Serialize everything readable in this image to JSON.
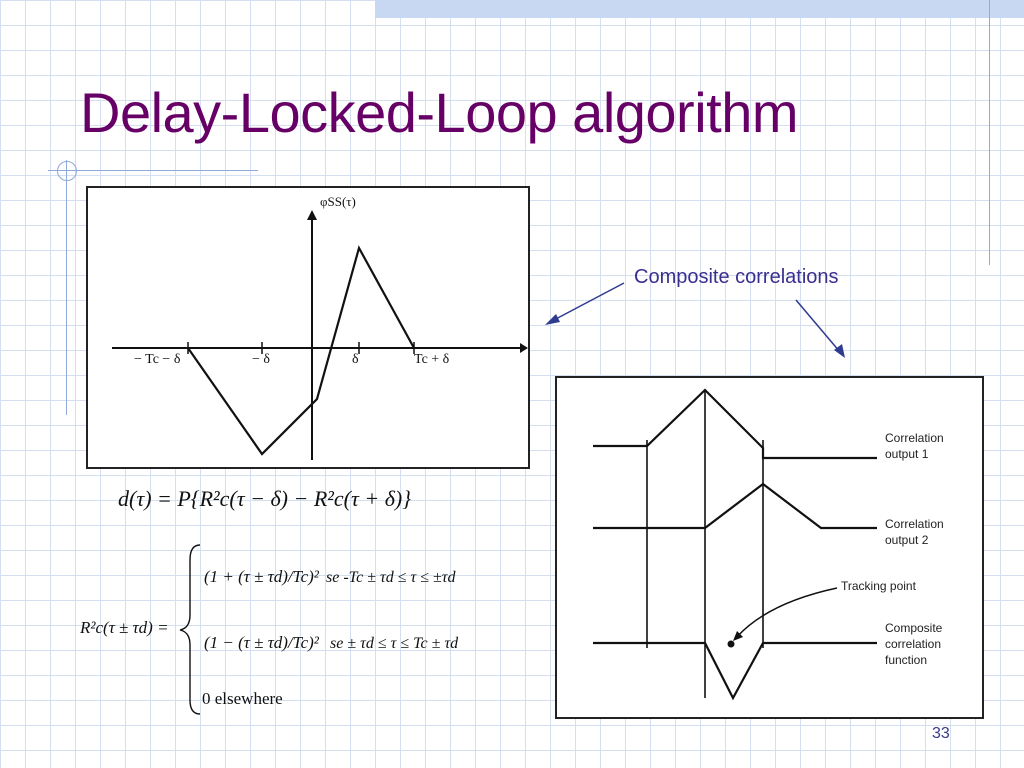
{
  "slide": {
    "title": "Delay-Locked-Loop algorithm",
    "annotation": "Composite correlations",
    "page_number": "33"
  },
  "top_graph": {
    "y_label": "φSS(τ)",
    "ticks": {
      "neg_tc_delta": "− Tc − δ",
      "neg_delta": "− δ",
      "delta": "δ",
      "tc_delta": "Tc + δ"
    }
  },
  "bottom_graph": {
    "labels": {
      "output1_line1": "Correlation",
      "output1_line2": "output 1",
      "output2_line1": "Correlation",
      "output2_line2": "output 2",
      "tracking": "Tracking point",
      "composite_line1": "Composite",
      "composite_line2": "correlation",
      "composite_line3": "function"
    }
  },
  "equations": {
    "d_tau": "d(τ) = P{R²c(τ − δ) − R²c(τ + δ)}",
    "lhs": "R²c(τ ± τd) =",
    "case1_formula": "(1 + (τ ± τd)/Tc)²",
    "case1_condition": "se -Tc ± τd ≤ τ ≤ ±τd",
    "case2_formula": "(1 − (τ ± τd)/Tc)²",
    "case2_condition": "se ± τd ≤ τ ≤ Tc ± τd",
    "case3": "0  elsewhere"
  },
  "colors": {
    "title": "#660066",
    "annotation": "#3a2f8f",
    "arrow": "#2e3b8f"
  }
}
